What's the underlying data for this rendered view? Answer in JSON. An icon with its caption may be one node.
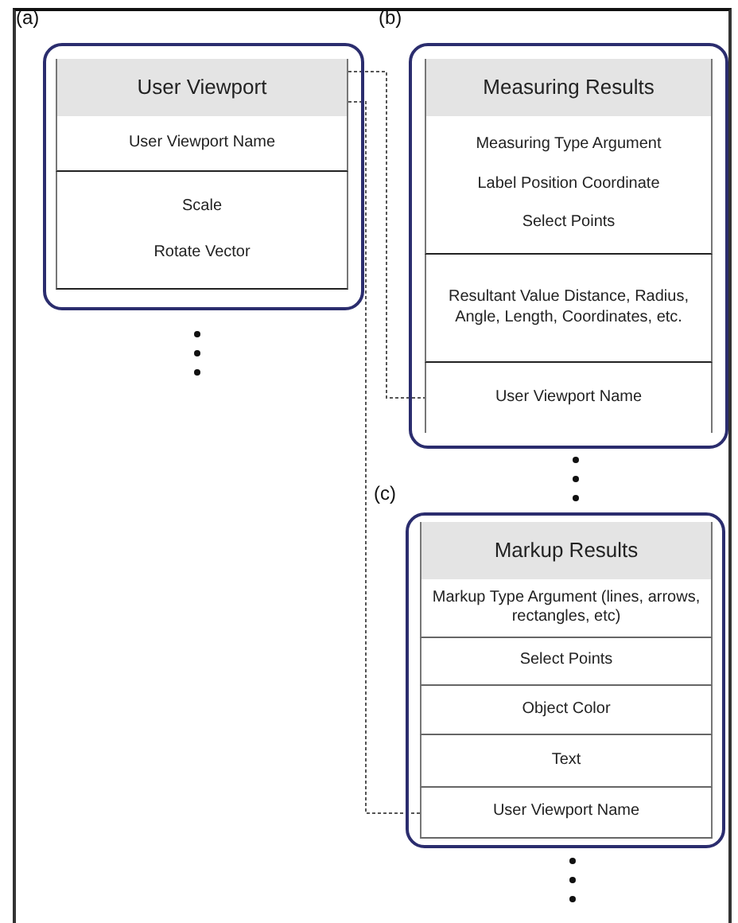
{
  "diagram": {
    "nodes": [
      {
        "text": [],
        "shape": "box",
        "beside": [
          "(a)"
        ]
      },
      {
        "text": [
          "User Viewport"
        ],
        "in": 0
      },
      {
        "text": [
          "User Viewport Name"
        ],
        "in": 0
      },
      {
        "text": [
          "Scale",
          "Rotate Vector"
        ],
        "in": 0
      },
      {
        "text": [],
        "shape": "box",
        "beside": [
          "(b)"
        ]
      },
      {
        "text": [
          "Measuring Results"
        ],
        "in": 4
      },
      {
        "text": [
          "Measuring Type Argument",
          "Label Position Coordinate",
          "Select Points"
        ],
        "in": 4
      },
      {
        "text": [
          "Resultant Value Distance, Radius, Angle, Length, Coordinates, etc."
        ],
        "in": 4
      },
      {
        "text": [
          "User Viewport Name"
        ],
        "in": 4
      },
      {
        "text": [],
        "shape": "box",
        "beside": [
          "(c)"
        ]
      },
      {
        "text": [
          "Markup Results"
        ],
        "in": 9
      },
      {
        "text": [
          "Markup Type Argument (lines, arrows, rectangles, etc)"
        ],
        "in": 9
      },
      {
        "text": [
          "Select Points"
        ],
        "in": 9
      },
      {
        "text": [
          "Object Color"
        ],
        "in": 9
      },
      {
        "text": [
          "Text"
        ],
        "in": 9
      },
      {
        "text": [
          "User Viewport Name"
        ],
        "in": 9
      }
    ],
    "edges": [
      {
        "from": 1,
        "to": 8,
        "arrow": "none",
        "style": "dashed"
      },
      {
        "from": 1,
        "to": 15,
        "arrow": "none",
        "style": "dashed"
      }
    ]
  }
}
